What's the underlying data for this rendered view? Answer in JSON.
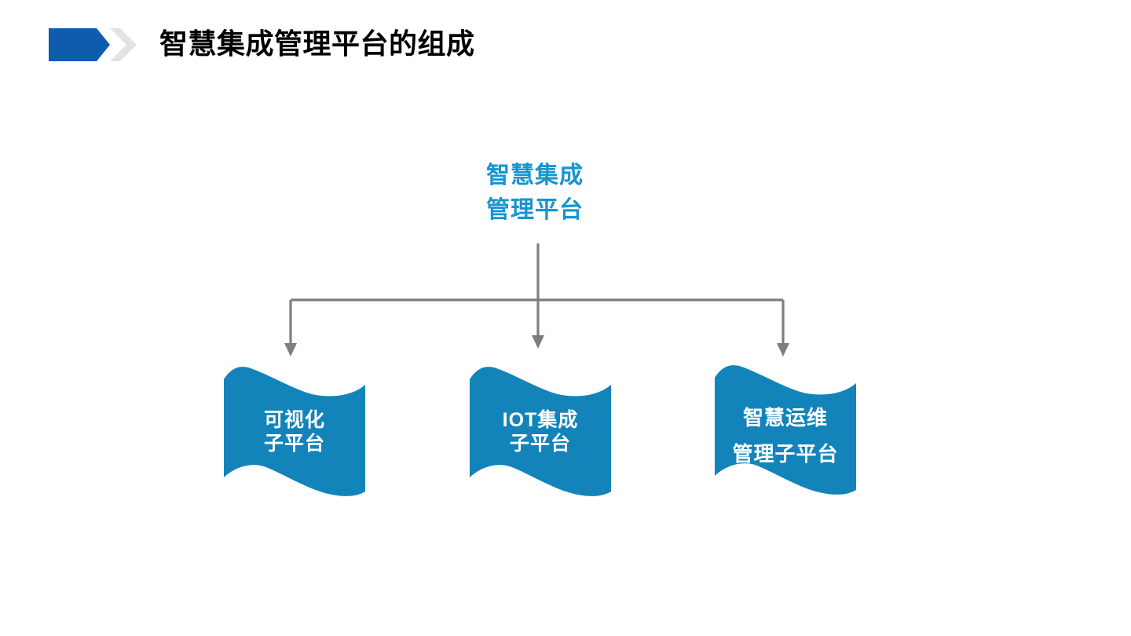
{
  "slide": {
    "title": "智慧集成管理平台的组成"
  },
  "diagram": {
    "root": {
      "line1": "智慧集成",
      "line2": "管理平台"
    },
    "children": [
      {
        "id": "visualization-subplatform",
        "line1": "可视化",
        "line2": "子平台"
      },
      {
        "id": "iot-integration-subplatform",
        "line1": "IOT集成",
        "line2": "子平台"
      },
      {
        "id": "smart-ops-subplatform",
        "line1": "智慧运维",
        "line2": "管理子平台"
      }
    ]
  },
  "icons": {
    "title_bullet": "pentagon-arrow-right",
    "title_chevron": "chevron-right",
    "connector_arrow": "arrow-down"
  },
  "colors": {
    "title_text": "#000000",
    "bullet_blue": "#0E5CAB",
    "chevron_gray": "#E3E3E3",
    "root_text_blue": "#1795CF",
    "flag_blue": "#1384BA",
    "flag_text": "#FFFFFF",
    "connector_gray": "#7E7E7E",
    "background": "#FFFFFF"
  }
}
